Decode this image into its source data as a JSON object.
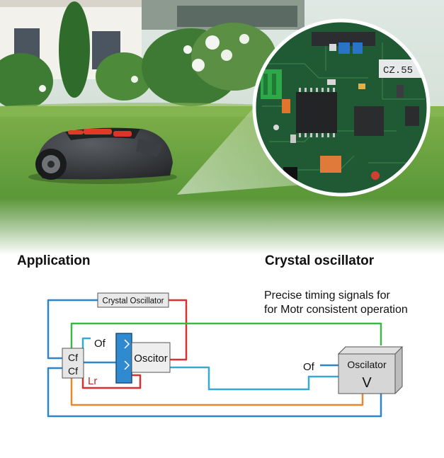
{
  "headings": {
    "left": "Application",
    "right": "Crystal oscillator"
  },
  "pcb": {
    "chip_label": "CZ.55"
  },
  "diagram": {
    "crystal_box_label": "Crystal Oscillator",
    "description_line1": "Precise timing signals for",
    "description_line2": "for Motr consistent operation",
    "cap_label_top": "Cf",
    "cap_label_bottom": "Cf",
    "of_label_left": "Of",
    "lr_label": "Lr",
    "oscitor_label": "Oscitor",
    "of_label_right": "Of",
    "oscillator_box_title": "Oscilator",
    "oscillator_box_symbol": "V"
  },
  "colors": {
    "wire_blue": "#2e86c8",
    "wire_red": "#d93030",
    "wire_green": "#3cb84a",
    "wire_orange": "#e8872c",
    "wire_cyan": "#38a9d6",
    "grass": "#5e9a3a",
    "pcb_green": "#1f5a34"
  }
}
